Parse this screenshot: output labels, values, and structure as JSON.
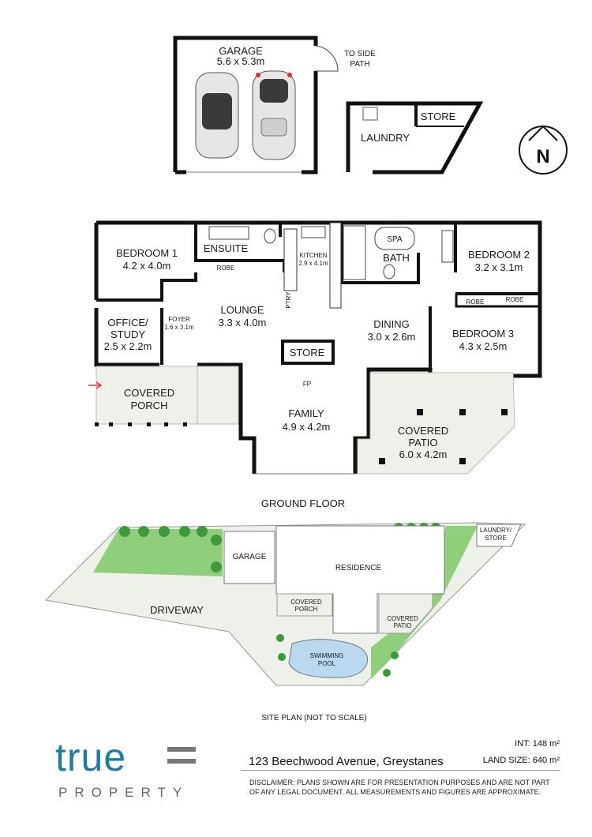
{
  "garage": {
    "name": "GARAGE",
    "size": "5.6 x 5.3m"
  },
  "to_side_path": [
    "TO SIDE",
    "PATH"
  ],
  "laundry": "LAUNDRY",
  "store_top": "STORE",
  "rooms": {
    "bedroom1": {
      "name": "BEDROOM 1",
      "size": "4.2 x 4.0m"
    },
    "ensuite": "ENSUITE",
    "robe": "ROBE",
    "kitchen": {
      "name": "KITCHEN",
      "size": "2.9 x 4.1m"
    },
    "ptry": "PTRY",
    "spa": "SPA",
    "bath": "BATH",
    "bedroom2": {
      "name": "BEDROOM 2",
      "size": "3.2 x 3.1m"
    },
    "robe2a": "ROBE",
    "robe2b": "ROBE",
    "bedroom3": {
      "name": "BEDROOM 3",
      "size": "4.3 x 2.5m"
    },
    "foyer": {
      "name": "FOYER",
      "size": "1.6 x 3.1m"
    },
    "office": {
      "name1": "OFFICE/",
      "name2": "STUDY",
      "size": "2.5 x 2.2m"
    },
    "lounge": {
      "name": "LOUNGE",
      "size": "3.3 x 4.0m"
    },
    "store": "STORE",
    "fp": "FP",
    "dining": {
      "name": "DINING",
      "size": "3.0 x 2.6m"
    },
    "covered_porch": {
      "name1": "COVERED",
      "name2": "PORCH"
    },
    "family": {
      "name": "FAMILY",
      "size": "4.9 x 4.2m"
    },
    "covered_patio": {
      "name1": "COVERED",
      "name2": "PATIO",
      "size": "6.0 x 4.2m"
    }
  },
  "ground_floor": "GROUND FLOOR",
  "site": {
    "garage": "GARAGE",
    "residence": "RESIDENCE",
    "laundry_store": [
      "LAUNDRY/",
      "STORE"
    ],
    "driveway": "DRIVEWAY",
    "covered_porch": [
      "COVERED",
      "PORCH"
    ],
    "covered_patio": [
      "COVERED",
      "PATIO"
    ],
    "swimming_pool": [
      "SWIMMING",
      "POOL"
    ],
    "caption": "SITE PLAN (NOT TO SCALE)"
  },
  "compass": "N",
  "footer": {
    "logo_word": "true",
    "logo_sub": "PROPERTY",
    "address": "123 Beechwood Avenue, Greystanes",
    "int": "INT: 148 m²",
    "land": "LAND SIZE: 640 m²",
    "disclaimer": "DISCLAIMER:  PLANS SHOWN ARE FOR PRESENTATION PURPOSES AND ARE NOT PART OF ANY LEGAL DOCUMENT. ALL MEASUREMENTS AND FIGURES ARE APPROXIMATE."
  },
  "colors": {
    "brand": "#1f7ba1",
    "patio": "#eef0ea",
    "grass": "#8fce7a",
    "pool": "#b8d9ef"
  }
}
